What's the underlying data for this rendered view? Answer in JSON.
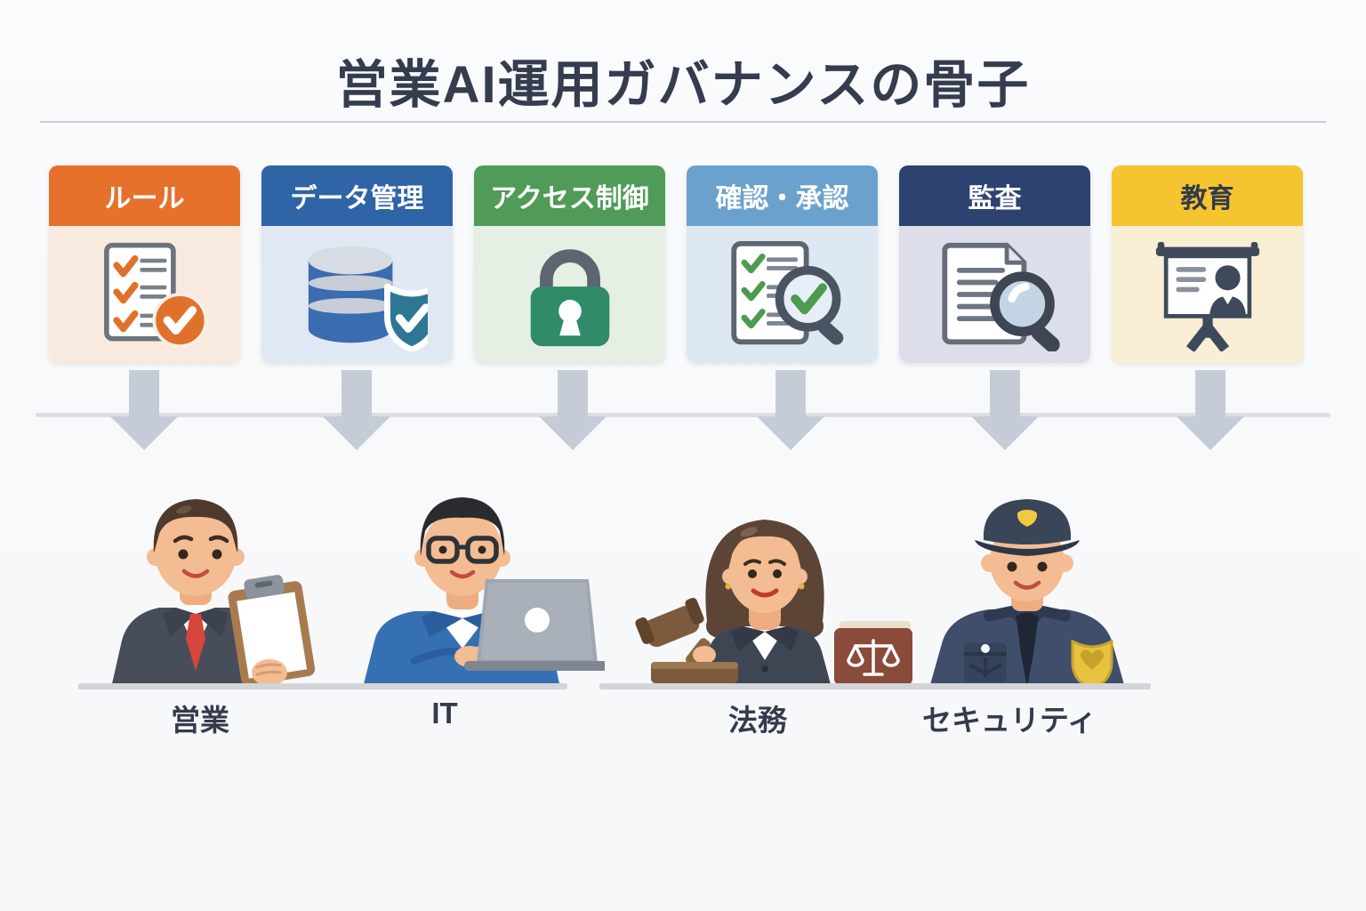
{
  "title": "営業AI運用ガバナンスの骨子",
  "pillars": [
    {
      "label": "ルール",
      "header_color": "#e5712b",
      "body_color": "#f9eadf",
      "text_color": "#ffffff",
      "icon": "checklist-icon"
    },
    {
      "label": "データ管理",
      "header_color": "#2f64a7",
      "body_color": "#e0e8f3",
      "text_color": "#ffffff",
      "icon": "database-shield-icon"
    },
    {
      "label": "アクセス制御",
      "header_color": "#4f9b57",
      "body_color": "#e6efe4",
      "text_color": "#ffffff",
      "icon": "padlock-icon"
    },
    {
      "label": "確認・承認",
      "header_color": "#6ba2cd",
      "body_color": "#dde8f2",
      "text_color": "#ffffff",
      "icon": "checklist-magnifier-icon"
    },
    {
      "label": "監査",
      "header_color": "#2c4270",
      "body_color": "#dcdfea",
      "text_color": "#ffffff",
      "icon": "document-magnifier-icon"
    },
    {
      "label": "教育",
      "header_color": "#f4c431",
      "body_color": "#f8efd4",
      "text_color": "#333a4a",
      "icon": "presentation-icon"
    }
  ],
  "roles": [
    {
      "label": "営業",
      "figure": "sales-person"
    },
    {
      "label": "IT",
      "figure": "it-person"
    },
    {
      "label": "法務",
      "figure": "legal-person"
    },
    {
      "label": "セキュリティ",
      "figure": "security-officer"
    }
  ],
  "colors": {
    "title_text": "#353c4f",
    "arrow": "#c6ccd7",
    "connector_line": "#dcdee2",
    "desk": "#d3d5d9",
    "role_label_text": "#333b4c",
    "background": "#f7f8fa"
  }
}
